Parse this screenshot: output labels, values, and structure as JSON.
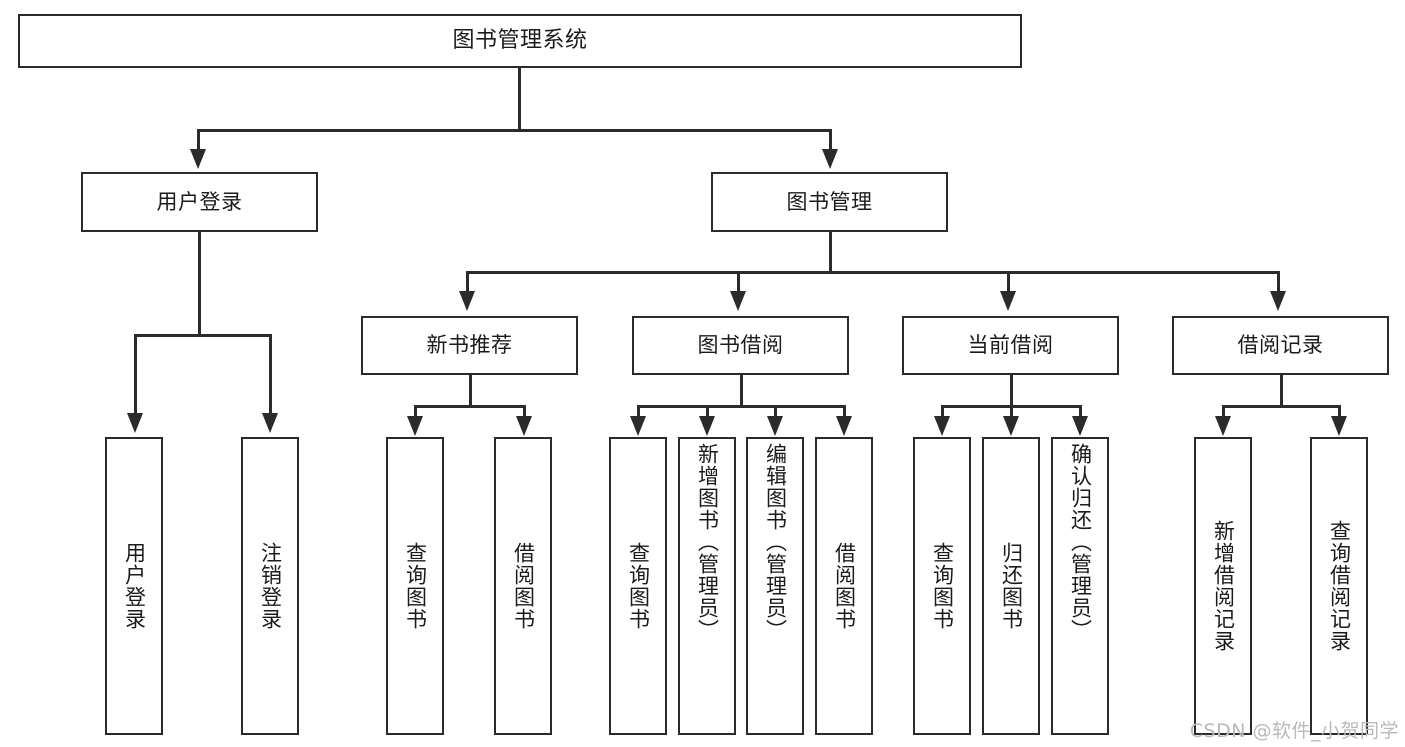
{
  "diagram": {
    "title": "图书管理系统",
    "watermark": "CSDN @软件_小贺同学",
    "accent_line_color": "#2b2b2b",
    "background_color": "#ffffff",
    "watermark_color": "#b9b9b9"
  },
  "nodes": {
    "root": {
      "label": "图书管理系统"
    },
    "level2": [
      {
        "label": "用户登录"
      },
      {
        "label": "图书管理"
      }
    ],
    "level3": [
      {
        "label": "新书推荐"
      },
      {
        "label": "图书借阅"
      },
      {
        "label": "当前借阅"
      },
      {
        "label": "借阅记录"
      }
    ],
    "leaves": {
      "user_login": [
        {
          "label": "用户登录"
        },
        {
          "label": "注销登录"
        }
      ],
      "new_book": [
        {
          "label": "查询图书"
        },
        {
          "label": "借阅图书"
        }
      ],
      "borrow_book": [
        {
          "label": "查询图书"
        },
        {
          "label": "新增图书（管理员）"
        },
        {
          "label": "编辑图书（管理员）"
        },
        {
          "label": "借阅图书"
        }
      ],
      "current_borrow": [
        {
          "label": "查询图书"
        },
        {
          "label": "归还图书"
        },
        {
          "label": "确认归还（管理员）"
        }
      ],
      "borrow_record": [
        {
          "label": "新增借阅记录"
        },
        {
          "label": "查询借阅记录"
        }
      ]
    }
  }
}
